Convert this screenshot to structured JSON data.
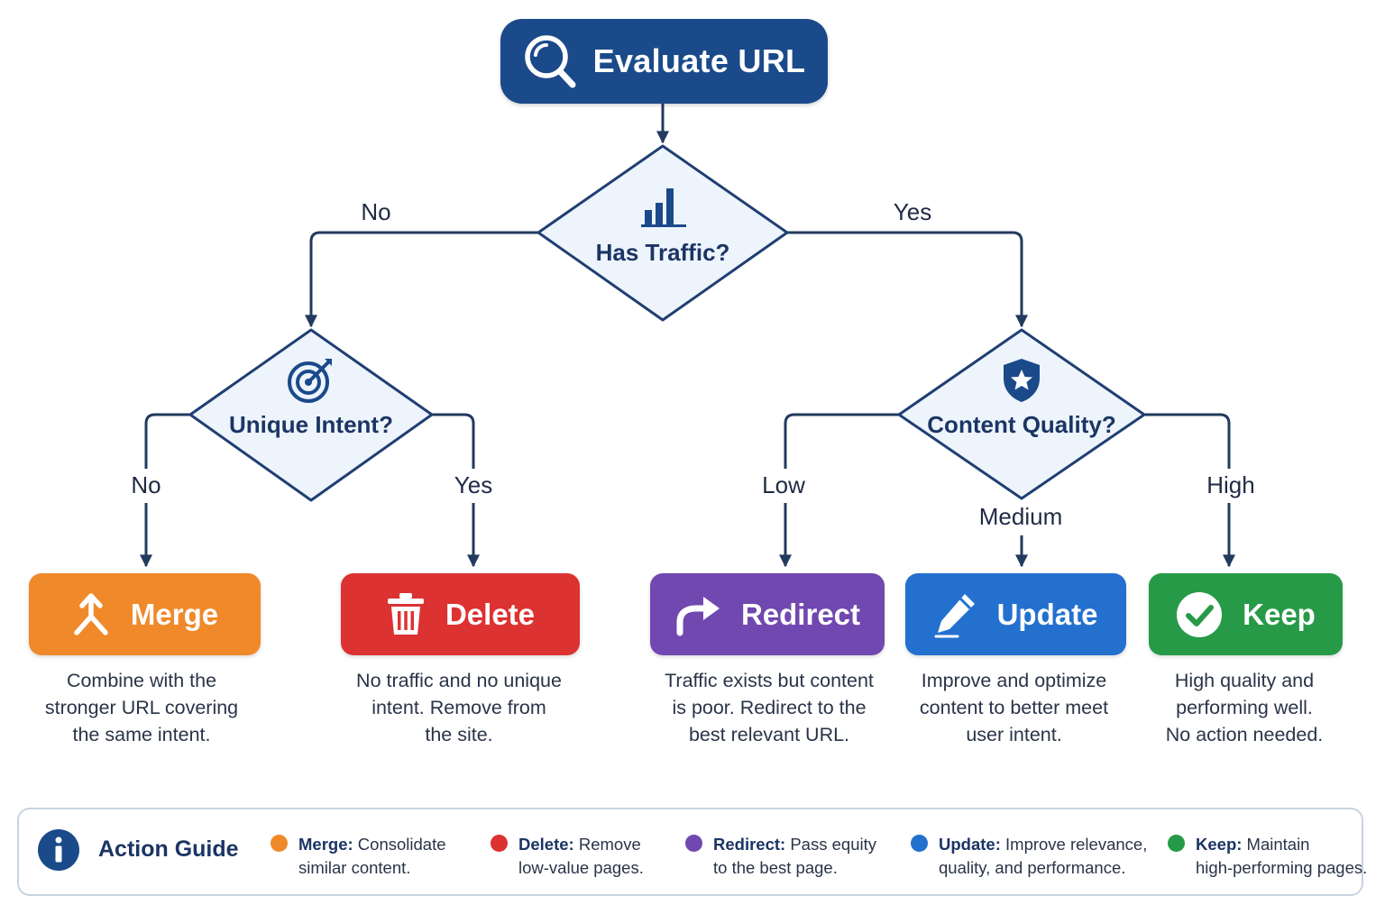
{
  "start": {
    "label": "Evaluate URL",
    "icon": "search-icon"
  },
  "decisions": {
    "traffic": {
      "label": "Has Traffic?",
      "icon": "bar-chart-icon"
    },
    "intent": {
      "label": "Unique Intent?",
      "icon": "target-icon"
    },
    "quality": {
      "label": "Content Quality?",
      "icon": "shield-star-icon"
    }
  },
  "edges": {
    "traffic_no": "No",
    "traffic_yes": "Yes",
    "intent_no": "No",
    "intent_yes": "Yes",
    "quality_low": "Low",
    "quality_medium": "Medium",
    "quality_high": "High"
  },
  "actions": {
    "merge": {
      "label": "Merge",
      "color": "#f0892a",
      "icon": "merge-arrow-icon",
      "desc": [
        "Combine with the",
        "stronger URL covering",
        "the same intent."
      ]
    },
    "delete": {
      "label": "Delete",
      "color": "#dc3232",
      "icon": "trash-icon",
      "desc": [
        "No traffic and no unique",
        "intent. Remove from",
        "the site."
      ]
    },
    "redirect": {
      "label": "Redirect",
      "color": "#7048b0",
      "icon": "redirect-arrow-icon",
      "desc": [
        "Traffic exists but content",
        "is poor. Redirect to the",
        "best relevant URL."
      ]
    },
    "update": {
      "label": "Update",
      "color": "#2370cf",
      "icon": "pencil-icon",
      "desc": [
        "Improve and optimize",
        "content to better meet",
        "user intent."
      ]
    },
    "keep": {
      "label": "Keep",
      "color": "#279a47",
      "icon": "check-circle-icon",
      "desc": [
        "High quality and",
        "performing well.",
        "No action needed."
      ]
    }
  },
  "legend": {
    "title": "Action Guide",
    "icon": "info-icon",
    "items": [
      {
        "key": "Merge:",
        "text1": "Consolidate",
        "text2": "similar content.",
        "color": "#f0892a"
      },
      {
        "key": "Delete:",
        "text1": "Remove",
        "text2": "low-value pages.",
        "color": "#dc3232"
      },
      {
        "key": "Redirect:",
        "text1": "Pass equity",
        "text2": "to the best page.",
        "color": "#7048b0"
      },
      {
        "key": "Update:",
        "text1": "Improve relevance,",
        "text2": "quality, and performance.",
        "color": "#2370cf"
      },
      {
        "key": "Keep:",
        "text1": "Maintain",
        "text2": "high-performing pages.",
        "color": "#279a47"
      }
    ]
  }
}
